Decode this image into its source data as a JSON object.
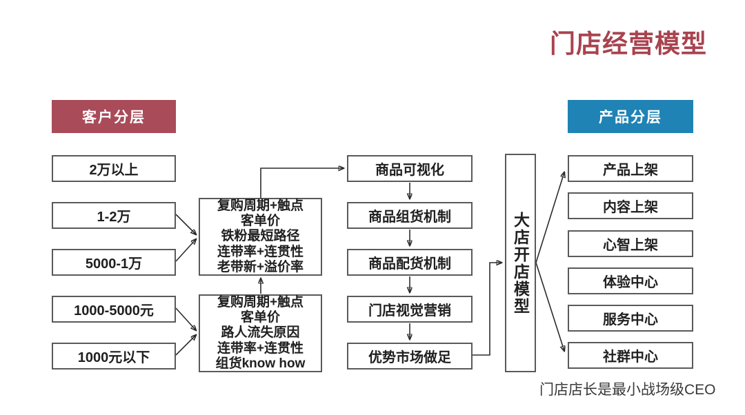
{
  "title": "门店经营模型",
  "customer": {
    "header": "客户分层",
    "tiers": [
      "2万以上",
      "1-2万",
      "5000-1万",
      "1000-5000元",
      "1000元以下"
    ]
  },
  "analysis": {
    "upper_lines": [
      "复购周期+触点",
      "客单价",
      "铁粉最短路径",
      "连带率+连贯性",
      "老带新+溢价率"
    ],
    "lower_lines": [
      "复购周期+触点",
      "客单价",
      "路人流失原因",
      "连带率+连贯性",
      "组货know how"
    ]
  },
  "process": {
    "steps": [
      "商品可视化",
      "商品组货机制",
      "商品配货机制",
      "门店视觉营销",
      "优势市场做足"
    ]
  },
  "store_model": {
    "label": "大店开店模型"
  },
  "product": {
    "header": "产品分层",
    "layers": [
      "产品上架",
      "内容上架",
      "心智上架",
      "体验中心",
      "服务中心",
      "社群中心"
    ]
  },
  "caption": "门店店长是最小战场级CEO",
  "colors": {
    "customer_header_bg": "#a94b59",
    "product_header_bg": "#1f83b5",
    "title_color": "#a8434f",
    "box_border": "#595959",
    "arrow_color": "#2b2b2b"
  }
}
